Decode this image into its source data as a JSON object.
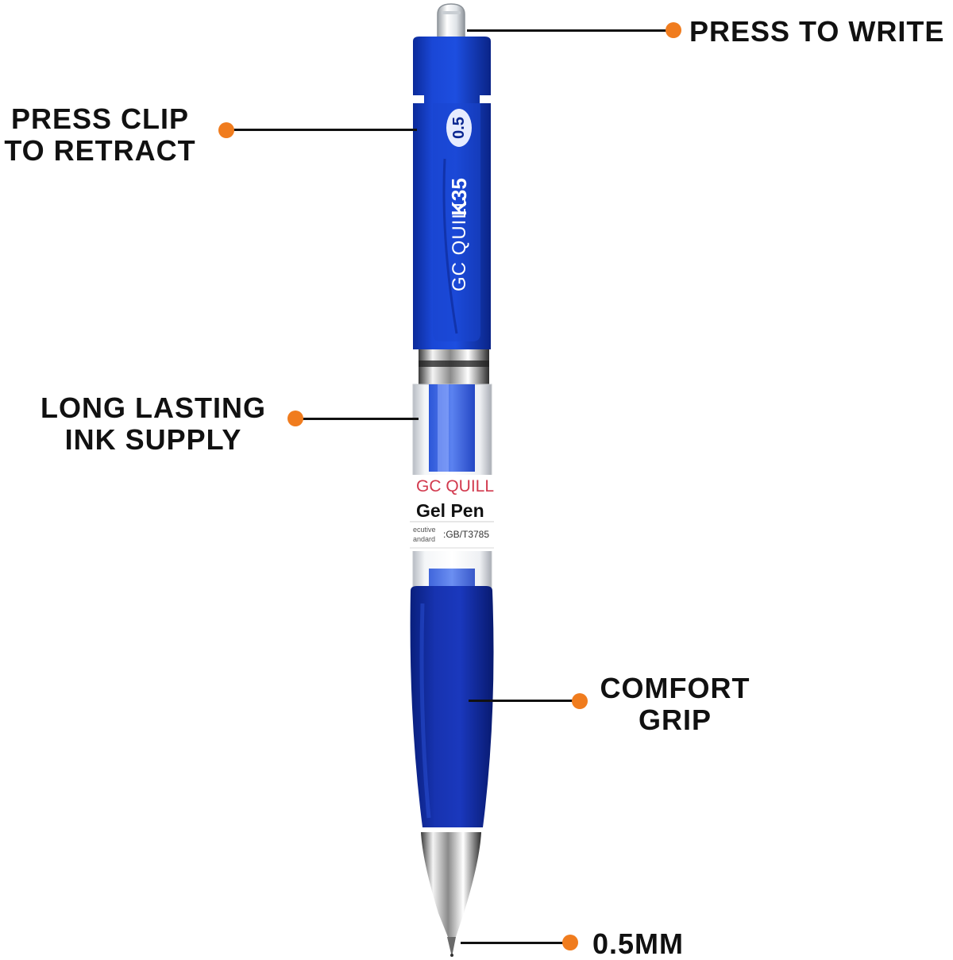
{
  "colors": {
    "dot": "#f07c1e",
    "pen_blue": "#1238b8",
    "pen_blue_dark": "#0a2791",
    "leader_line": "#111111"
  },
  "callouts": {
    "press_to_write": {
      "lines": [
        "PRESS TO WRITE"
      ]
    },
    "press_clip": {
      "lines": [
        "PRESS CLIP",
        "TO RETRACT"
      ]
    },
    "long_lasting": {
      "lines": [
        "LONG LASTING",
        "INK SUPPLY"
      ]
    },
    "comfort_grip": {
      "lines": [
        "COMFORT",
        "GRIP"
      ]
    },
    "tip_size": {
      "lines": [
        "0.5MM"
      ]
    }
  },
  "pen": {
    "clip_brand": "GC QUILL",
    "clip_model": "K35",
    "clip_size": "0.5",
    "label_brand": "GC QUILL",
    "label_product": "Gel Pen",
    "label_exec_1": "ecutive",
    "label_exec_2": "andard",
    "label_standard": ":GB/T3785"
  }
}
